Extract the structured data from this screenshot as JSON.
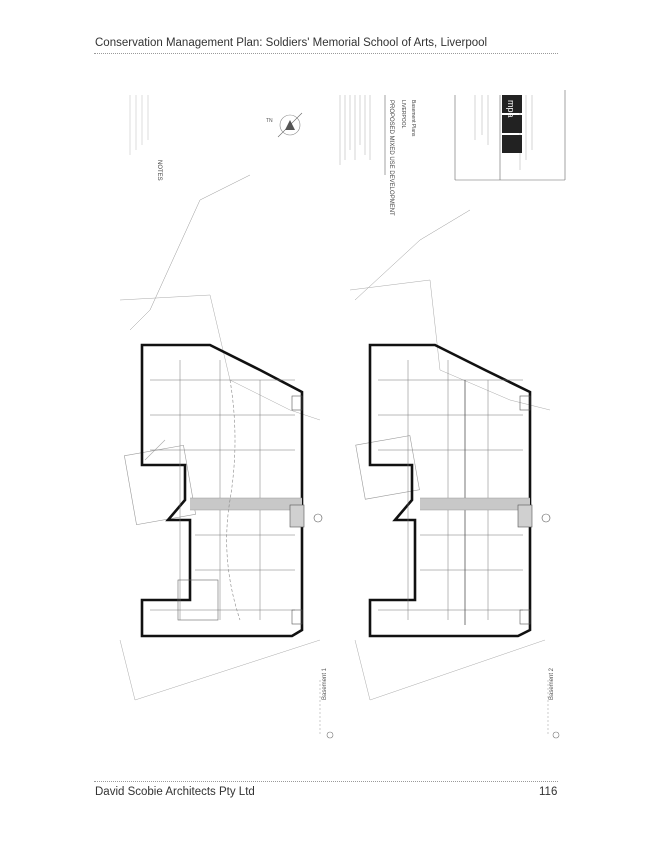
{
  "header": {
    "title": "Conservation Management Plan: Soldiers' Memorial School of Arts, Liverpool"
  },
  "footer": {
    "company": "David Scobie Architects Pty Ltd",
    "page_number": "116"
  },
  "sheet": {
    "notes_heading": "NOTES",
    "firm_logo": "mpa",
    "project_title": "PROPOSED MIXED USE DEVELOPMENT",
    "location": "LIVERPOOL",
    "drawing_name": "Basement Plans",
    "north_label": "TN",
    "plan_1_label": "Basement 1",
    "plan_2_label": "Basement 2"
  },
  "colors": {
    "line": "#6b6b6b",
    "wall": "#111111",
    "hatch": "#b9b9b9"
  }
}
